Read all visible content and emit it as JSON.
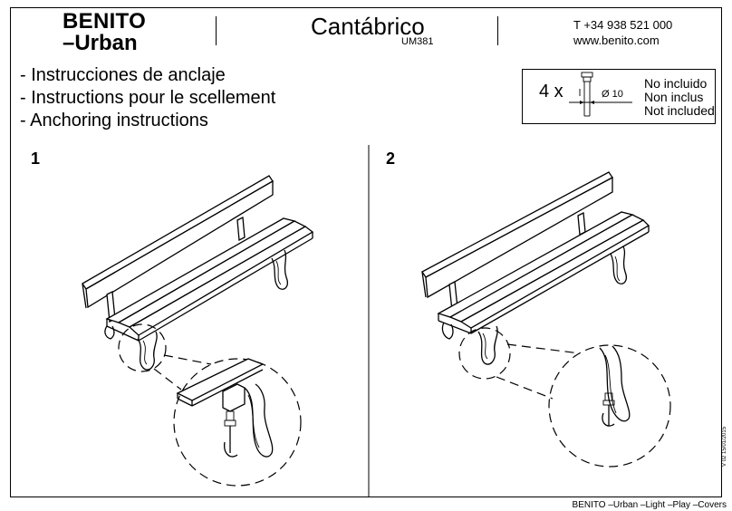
{
  "header": {
    "brand_line1": "BENITO",
    "brand_line2": "–Urban",
    "product_name": "Cantábrico",
    "product_code": "UM381",
    "phone": "T +34 938 521 000",
    "website": "www.benito.com"
  },
  "instructions": {
    "es": "- Instrucciones de anclaje",
    "fr": "- Instructions pour le scellement",
    "en": "- Anchoring instructions"
  },
  "parts": {
    "quantity": "4 x",
    "diameter": "Ø 10",
    "not_included_es": "No incluido",
    "not_included_fr": "Non inclus",
    "not_included_en": "Not included"
  },
  "steps": [
    {
      "number": "1"
    },
    {
      "number": "2"
    }
  ],
  "version": "V 02 15/01/2015",
  "footer": "BENITO –Urban –Light –Play –Covers"
}
